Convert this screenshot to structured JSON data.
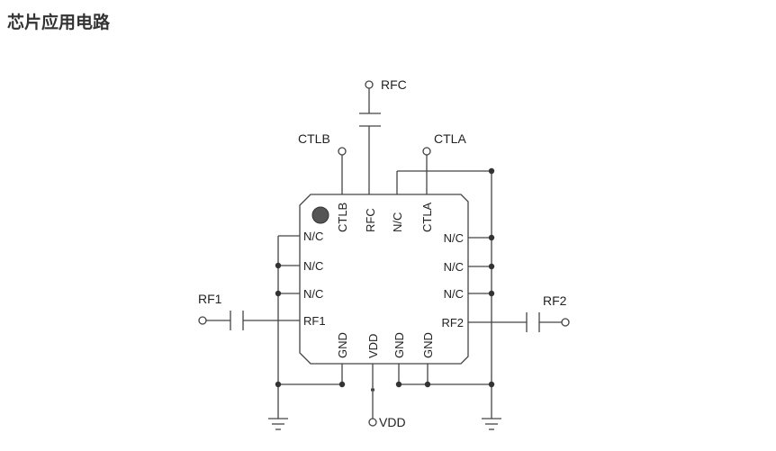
{
  "page": {
    "title": "芯片应用电路"
  },
  "diagram": {
    "external_labels": {
      "rfc": "RFC",
      "ctlb": "CTLB",
      "ctla": "CTLA",
      "rf1": "RF1",
      "rf2": "RF2",
      "vdd": "VDD"
    },
    "chip_pins": {
      "top": [
        "CTLB",
        "RFC",
        "N/C",
        "CTLA"
      ],
      "left": [
        "N/C",
        "N/C",
        "N/C",
        "RF1"
      ],
      "right": [
        "N/C",
        "N/C",
        "N/C",
        "RF2"
      ],
      "bottom": [
        "GND",
        "VDD",
        "GND",
        "GND"
      ]
    }
  },
  "colors": {
    "line": "#444444",
    "text": "#222222",
    "title": "#333333",
    "pin1_dot": "#555555"
  }
}
